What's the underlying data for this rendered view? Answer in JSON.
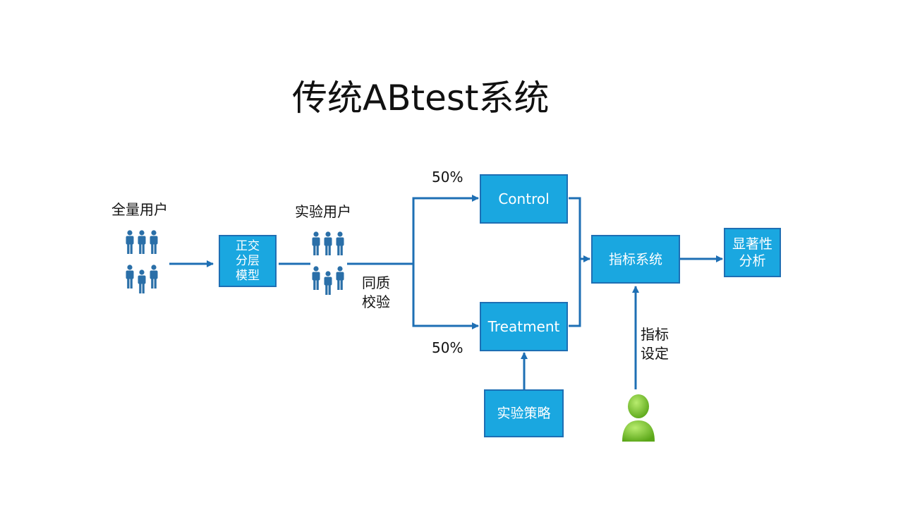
{
  "title": "传统ABtest系统",
  "labels": {
    "all_users": "全量用户",
    "experiment_users": "实验用户",
    "homogeneity_check": [
      "同质",
      "校验"
    ],
    "metric_setting": [
      "指标",
      "设定"
    ],
    "control_share": "50%",
    "treatment_share": "50%"
  },
  "boxes": {
    "orthogonal_layer_model": [
      "正交",
      "分层",
      "模型"
    ],
    "control": "Control",
    "treatment": "Treatment",
    "metric_system": "指标系统",
    "significance_analysis": [
      "显著性",
      "分析"
    ],
    "experiment_strategy": "实验策略"
  },
  "icons": {
    "user_group": "people-group-icon",
    "analyst": "person-icon"
  },
  "colors": {
    "box_fill": "#1aa7e0",
    "box_border": "#1e6fb4",
    "arrow": "#1e6fb4",
    "people": "#2a6fa8",
    "analyst": "#7cc530"
  }
}
